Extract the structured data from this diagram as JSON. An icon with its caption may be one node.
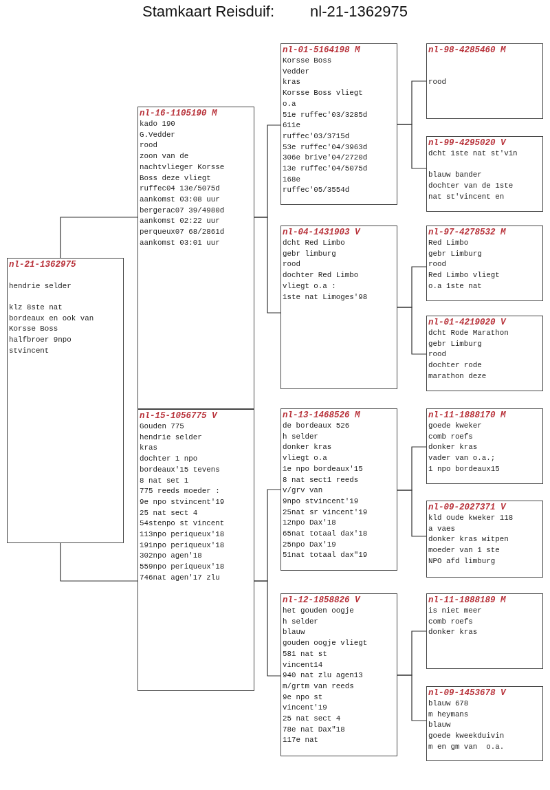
{
  "diagram": {
    "title": "Stamkaart Reisduif:",
    "labels": [
      "nl-21-1362975"
    ],
    "nodes": [
      {
        "text": [
          "nl-21-1362975",
          "hendrie selder",
          "klz 8ste nat",
          "bordeaux en ook van",
          "Korsse Boss",
          "halfbroer 9npo",
          "stvincent"
        ]
      },
      {
        "text": [
          "nl-16-1105190 M",
          "kado 190",
          "G.Vedder",
          "rood",
          "zoon van de",
          "nachtvlieger Korsse",
          "Boss deze vliegt",
          "ruffec04 13e/5075d",
          "aankomst 03:08 uur",
          "bergerac07 39/4980d",
          "aankomst 02:22 uur",
          "perqueux07 68/2861d",
          "aankomst 03:01 uur"
        ]
      },
      {
        "text": [
          "nl-15-1056775 V",
          "Gouden 775",
          "hendrie selder",
          "kras",
          "dochter 1 npo",
          "bordeaux'15 tevens",
          "8 nat set 1",
          "775 reeds moeder :",
          "9e npo stvincent'19",
          "25 nat sect 4",
          "54stenpo st vincent",
          "113npo periqueux'18",
          "191npo periqueux'18",
          "302npo agen'18",
          "559npo periqueux'18",
          "746nat agen'17 zlu"
        ]
      },
      {
        "text": [
          "nl-01-5164198 M",
          "Korsse Boss",
          "Vedder",
          "kras",
          "Korsse Boss vliegt",
          "o.a",
          "51e ruffec'03/3285d",
          "611e",
          "ruffec'03/3715d",
          "53e ruffec'04/3963d",
          "306e brive'04/2720d",
          "13e ruffec'04/5075d",
          "168e",
          "ruffec'05/3554d"
        ]
      },
      {
        "text": [
          "nl-04-1431903 V",
          "dcht Red Limbo",
          "gebr limburg",
          "rood",
          "dochter Red Limbo",
          "vliegt o.a :",
          "1ste nat Limoges'98"
        ]
      },
      {
        "text": [
          "nl-13-1468526 M",
          "de bordeaux 526",
          "h selder",
          "donker kras",
          "vliegt o.a",
          "1e npo bordeaux'15",
          "8 nat sect1 reeds",
          "v/grv van",
          "9npo stvincent'19",
          "25nat sr vincent'19",
          "12npo Dax'18",
          "65nat totaal dax'18",
          "25npo Dax'19",
          "51nat totaal dax\"19"
        ]
      },
      {
        "text": [
          "nl-12-1858826 V",
          "het gouden oogje",
          "h selder",
          "blauw",
          "gouden oogje vliegt",
          "581 nat st",
          "vincent14",
          "940 nat zlu agen13",
          "m/grtm van reeds",
          "9e npo st",
          "vincent'19",
          "25 nat sect 4",
          "78e nat Dax\"18",
          "117e nat"
        ]
      },
      {
        "text": [
          "nl-98-4285460 M",
          "rood"
        ]
      },
      {
        "text": [
          "nl-99-4295020 V",
          "dcht 1ste nat st'vin",
          "blauw bander",
          "dochter van de 1ste",
          "nat st'vincent en"
        ]
      },
      {
        "text": [
          "nl-97-4278532 M",
          "Red Limbo",
          "gebr Limburg",
          "rood",
          "Red Limbo vliegt",
          "o.a 1ste nat"
        ]
      },
      {
        "text": [
          "nl-01-4219020 V",
          "dcht Rode Marathon",
          "gebr Limburg",
          "rood",
          "dochter rode",
          "marathon deze"
        ]
      },
      {
        "text": [
          "nl-11-1888170 M",
          "goede kweker",
          "comb roefs",
          "donker kras",
          "vader van o.a.;",
          "1 npo bordeaux15"
        ]
      },
      {
        "text": [
          "nl-09-2027371 V",
          "kld oude kweker 118",
          "a vaes",
          "donker kras witpen",
          "moeder van 1 ste",
          "NPO afd limburg"
        ]
      },
      {
        "text": [
          "nl-11-1888189 M",
          "is niet meer",
          "comb roefs",
          "donker kras"
        ]
      },
      {
        "text": [
          "nl-09-1453678 V",
          "blauw 678",
          "m heymans",
          "blauw",
          "goede kweekduivin",
          "m en gm van  o.a."
        ]
      }
    ],
    "edges": [
      {
        "from": 0,
        "to": 1,
        "arrow": "none"
      },
      {
        "from": 0,
        "to": 2,
        "arrow": "none"
      },
      {
        "from": 1,
        "to": 3,
        "arrow": "none"
      },
      {
        "from": 1,
        "to": 4,
        "arrow": "none"
      },
      {
        "from": 2,
        "to": 5,
        "arrow": "none"
      },
      {
        "from": 2,
        "to": 6,
        "arrow": "none"
      },
      {
        "from": 3,
        "to": 7,
        "arrow": "none"
      },
      {
        "from": 3,
        "to": 8,
        "arrow": "none"
      },
      {
        "from": 4,
        "to": 9,
        "arrow": "none"
      },
      {
        "from": 4,
        "to": 10,
        "arrow": "none"
      },
      {
        "from": 5,
        "to": 11,
        "arrow": "none"
      },
      {
        "from": 5,
        "to": 12,
        "arrow": "none"
      },
      {
        "from": 6,
        "to": 13,
        "arrow": "none"
      },
      {
        "from": 6,
        "to": 14,
        "arrow": "none"
      }
    ]
  }
}
